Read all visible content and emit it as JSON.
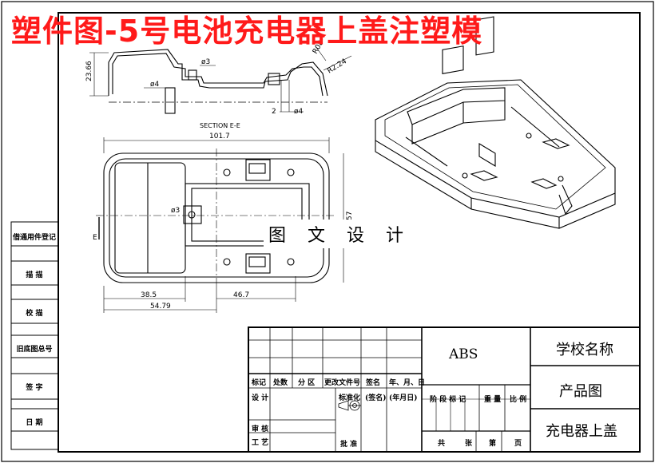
{
  "title": "塑件图-5号电池充电器上盖注塑模",
  "watermark": "图 文 设 计",
  "section_view": {
    "label": "SECTION E-E",
    "dims": {
      "height": "23.66",
      "d3": "ø3",
      "d4": "ø4",
      "d4b": "ø4",
      "r224": "R2.24",
      "r8": "R08",
      "v2": "2"
    }
  },
  "plan_view": {
    "dims": {
      "width": "101.7",
      "left": "38.5",
      "right": "46.7",
      "total": "54.79",
      "hole": "ø3",
      "side": "57",
      "e": "E"
    }
  },
  "side_table": [
    "借通用件登记",
    "描 描",
    "校 描",
    "旧底图总号",
    "签 字",
    "日 期"
  ],
  "title_block": {
    "material": "ABS",
    "school": "学校名称",
    "drawing_type": "产品图",
    "part_name": "充电器上盖",
    "rev_headers": [
      "标记",
      "处数",
      "分 区",
      "更改文件号",
      "签名",
      "年、月、日"
    ],
    "design": "设 计",
    "standardize": "标准化",
    "signname": "(签名)",
    "date": "(年月日)",
    "stage_headers": [
      "阶 段 标 记",
      "重 量",
      "比 例"
    ],
    "review": "审 核",
    "process": "工 艺",
    "approve": "批 准",
    "sheets": [
      "共",
      "张",
      "第",
      "页"
    ]
  }
}
